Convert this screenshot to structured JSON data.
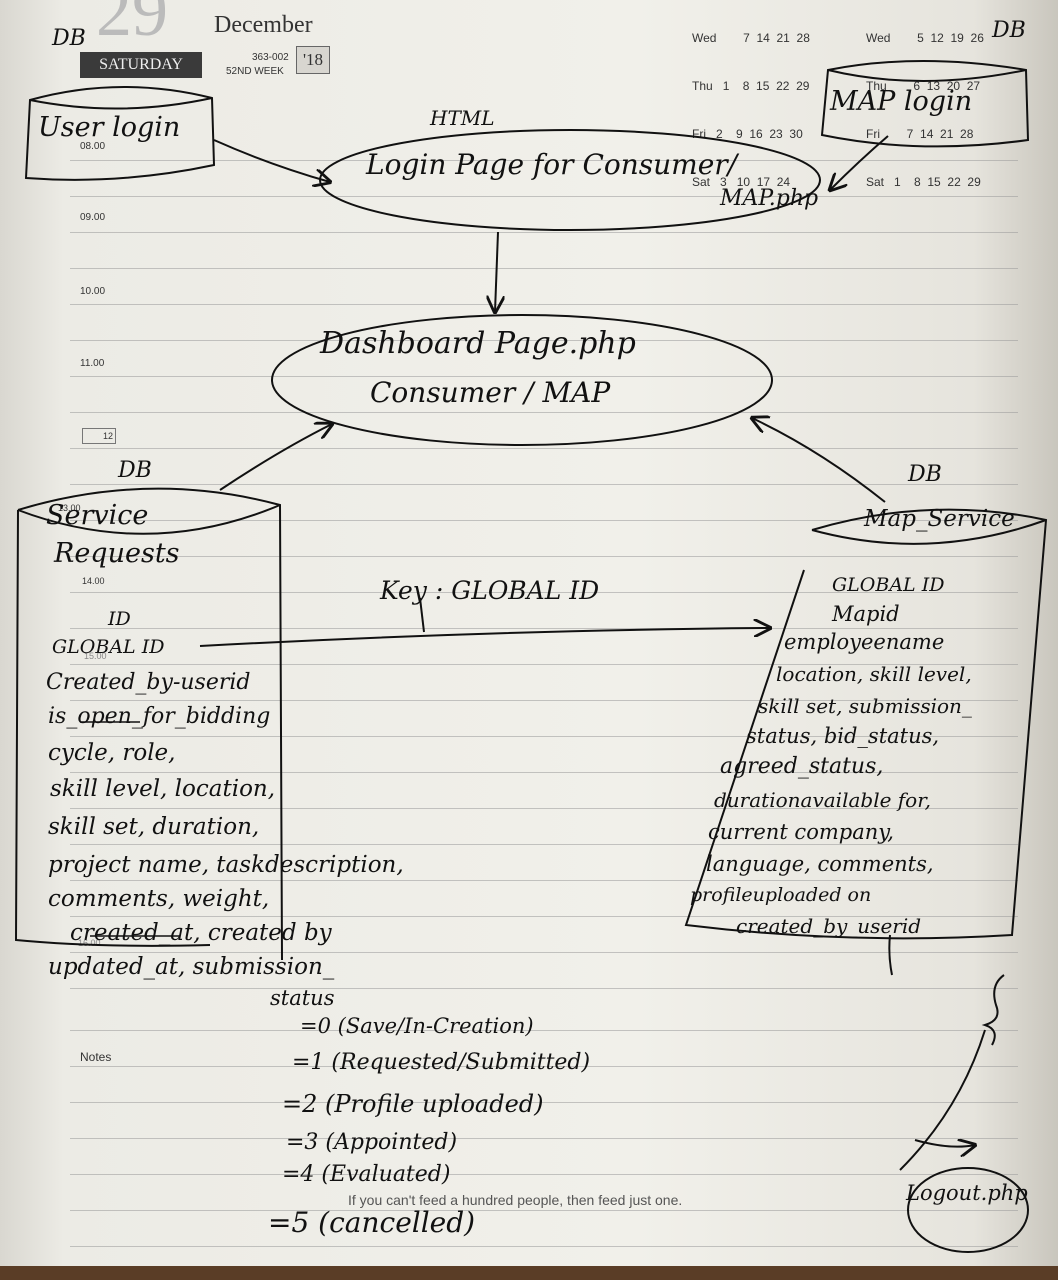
{
  "diary": {
    "day_number": "29",
    "month": "December",
    "weekday": "SATURDAY",
    "day_of_year": "363-002",
    "week": "52ND WEEK",
    "year": "'18",
    "times": [
      "08.00",
      "09.00",
      "10.00",
      "11.00",
      "12",
      "13.00",
      "14.00",
      "15.00",
      "16.00"
    ],
    "notes_label": "Notes",
    "quote": "If you can't feed a hundred people, then feed just one.",
    "mini_cal_left": {
      "rows": [
        {
          "day": "Wed",
          "dates": "     7  14  21  28"
        },
        {
          "day": "Thu",
          "dates": "1    8  15  22  29"
        },
        {
          "day": "Fri",
          "dates": "2    9  16  23  30"
        },
        {
          "day": "Sat",
          "dates": "3   10  17  24"
        }
      ]
    },
    "mini_cal_right": {
      "rows": [
        {
          "day": "Wed",
          "dates": "     5  12  19  26"
        },
        {
          "day": "Thu",
          "dates": "     6  13  20  27"
        },
        {
          "day": "Fri",
          "dates": "     7  14  21  28"
        },
        {
          "day": "Sat",
          "dates": "1    8  15  22  29"
        }
      ]
    }
  },
  "diagram": {
    "db_label": "DB",
    "html_label": "HTML",
    "user_login": "User login",
    "map_login": "MAP login",
    "login_page": "Login Page for Consumer/",
    "login_page_map": "MAP.php",
    "dashboard_line1": "Dashboard Page.php",
    "dashboard_line2": "Consumer / MAP",
    "service_requests_line1": "Service",
    "service_requests_line2": "Requests",
    "map_service": "Map_Service",
    "key": "Key : GLOBAL ID",
    "service_fields": [
      "ID",
      "GLOBAL ID",
      "Created_by-userid",
      "is_open_for_bidding",
      "cycle, role,",
      "skill level, location,",
      "skill set, duration,",
      "project name, taskdescription,",
      "comments, weight,",
      "created_at, created by",
      "updated_at, submission_",
      "status"
    ],
    "status_values": [
      "=0 (Save/In-Creation)",
      "=1 (Requested/Submitted)",
      "=2 (Profile uploaded)",
      "=3 (Appointed)",
      "=4 (Evaluated)",
      "=5 (cancelled)"
    ],
    "map_fields": [
      "GLOBAL ID",
      "Mapid",
      "employeename",
      "location, skill level,",
      "skill set, submission_",
      "status, bid_status,",
      "agreed_status,",
      "durationavailable for,",
      "current company,",
      "language, comments,",
      "profileuploaded on",
      "created_by_userid"
    ],
    "logout": "Logout.php"
  }
}
